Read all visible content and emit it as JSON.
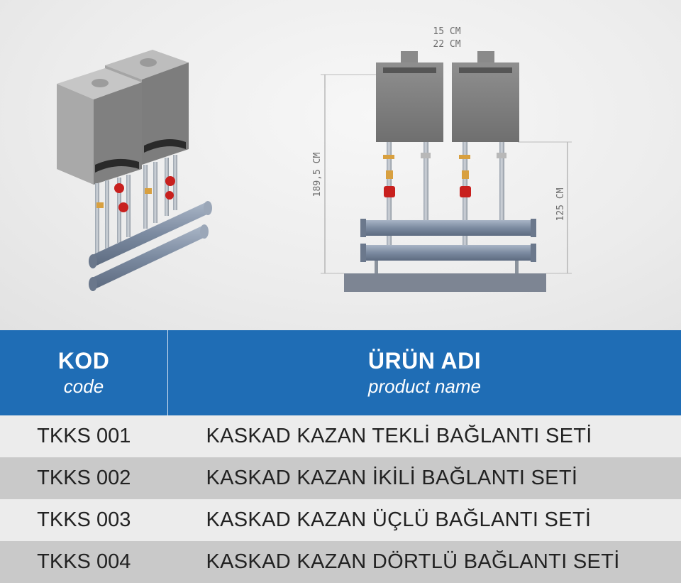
{
  "diagram": {
    "dim_top_1": "15 CM",
    "dim_top_2": "22 CM",
    "dim_height_total": "189,5 CM",
    "dim_height_collector": "125 CM"
  },
  "table": {
    "header": {
      "code_main": "KOD",
      "code_sub": "code",
      "name_main": "ÜRÜN ADI",
      "name_sub": "product name"
    },
    "rows": [
      {
        "code": "TKKS 001",
        "name": "KASKAD KAZAN TEKLİ BAĞLANTI SETİ"
      },
      {
        "code": "TKKS 002",
        "name": "KASKAD KAZAN İKİLİ BAĞLANTI SETİ"
      },
      {
        "code": "TKKS 003",
        "name": "KASKAD KAZAN ÜÇLÜ BAĞLANTI SETİ"
      },
      {
        "code": "TKKS 004",
        "name": "KASKAD KAZAN DÖRTLÜ BAĞLANTI SETİ"
      }
    ]
  },
  "colors": {
    "header_blue": "#1f6db5",
    "row_light": "#ececec",
    "row_dark": "#c9c9c9",
    "boiler_gray": "#8a8a8a",
    "valve_red": "#c8201e",
    "pipe_blue_gray": "#7b8aa0"
  }
}
